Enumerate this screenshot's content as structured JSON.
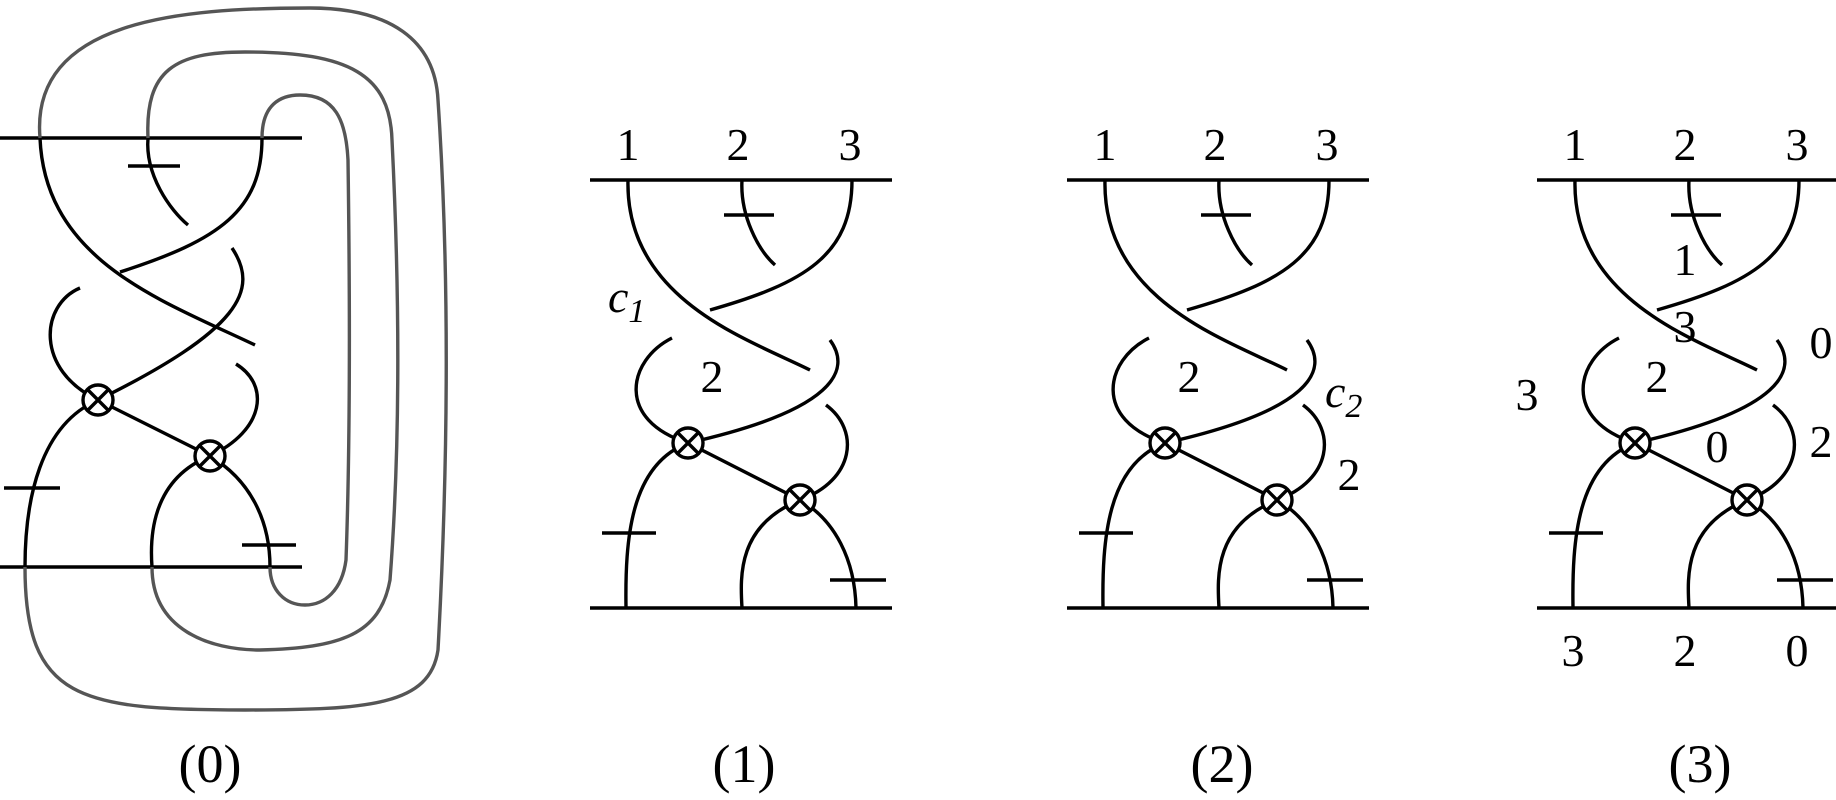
{
  "panels": [
    {
      "caption": "(0)",
      "top_labels": [],
      "bottom_labels": [],
      "arc_labels": []
    },
    {
      "caption": "(1)",
      "top_labels": [
        "1",
        "2",
        "3"
      ],
      "bottom_labels": [],
      "arc_labels": [
        "2"
      ],
      "crossing_label": {
        "letter": "c",
        "index": "1"
      }
    },
    {
      "caption": "(2)",
      "top_labels": [
        "1",
        "2",
        "3"
      ],
      "bottom_labels": [],
      "arc_labels": [
        "2",
        "2"
      ],
      "crossing_label": {
        "letter": "c",
        "index": "2"
      }
    },
    {
      "caption": "(3)",
      "top_labels": [
        "1",
        "2",
        "3"
      ],
      "bottom_labels": [
        "3",
        "2",
        "0"
      ],
      "arc_labels": [
        "1",
        "3",
        "0",
        "2",
        "3",
        "0",
        "2"
      ]
    }
  ],
  "colors": {
    "line": "#000000",
    "outer_loop": "#555555",
    "background": "#ffffff"
  }
}
